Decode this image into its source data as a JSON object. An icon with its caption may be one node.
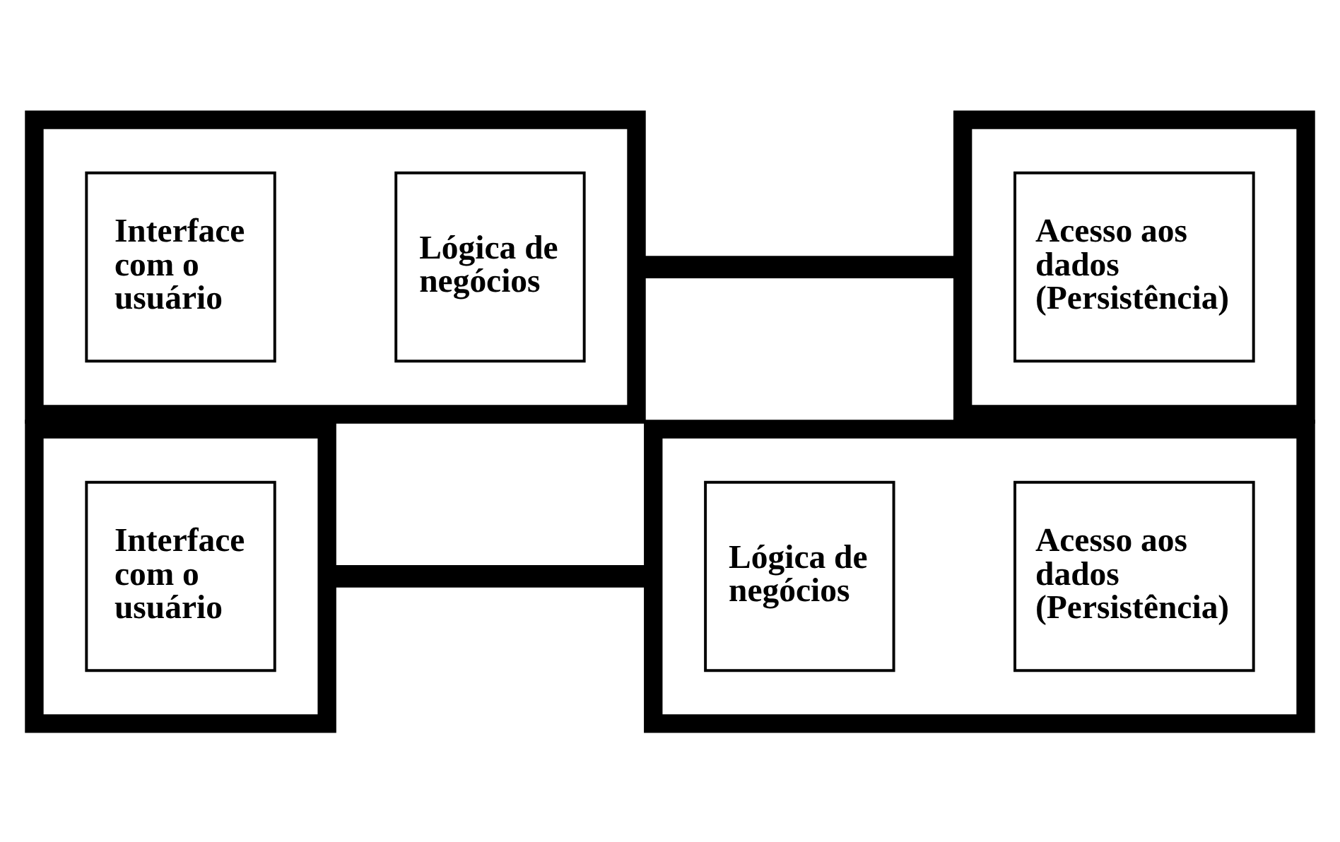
{
  "diagram": {
    "nodes": [
      {
        "text": [],
        "shape": "box"
      },
      {
        "text": [
          "Interface com o usuário"
        ],
        "in": 0
      },
      {
        "text": [
          "Lógica de negócios"
        ],
        "in": 0
      },
      {
        "text": [],
        "shape": "box"
      },
      {
        "text": [
          "Acesso aos dados (Persistência)"
        ],
        "in": 3
      },
      {
        "text": [],
        "shape": "box"
      },
      {
        "text": [
          "Interface com o usuário"
        ],
        "in": 5
      },
      {
        "text": [],
        "shape": "box"
      },
      {
        "text": [
          "Lógica de negócios"
        ],
        "in": 7
      },
      {
        "text": [
          "Acesso aos dados (Persistência)"
        ],
        "in": 7
      }
    ],
    "edges": [
      {
        "from": 0,
        "to": 3,
        "arrow": "none"
      },
      {
        "from": 5,
        "to": 7,
        "arrow": "none"
      }
    ]
  }
}
